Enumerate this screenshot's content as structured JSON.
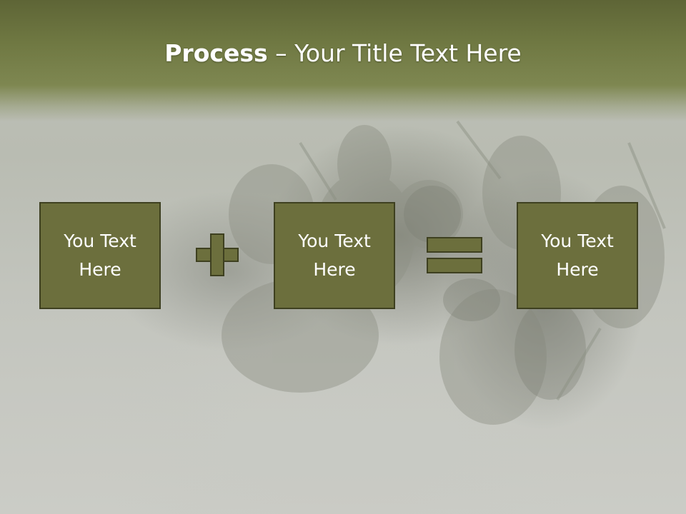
{
  "slide": {
    "title_bold": "Process",
    "title_rest": " – Your Title Text Here"
  },
  "process": {
    "boxes": [
      {
        "label": "You Text Here"
      },
      {
        "label": "You Text Here"
      },
      {
        "label": "You Text Here"
      }
    ],
    "operators": [
      "plus-icon",
      "equals-icon"
    ]
  },
  "colors": {
    "header": "#6f7842",
    "box_fill": "#6c6f3d",
    "box_border": "#3e4020",
    "background": "#c9cbc4",
    "text": "#ffffff"
  }
}
